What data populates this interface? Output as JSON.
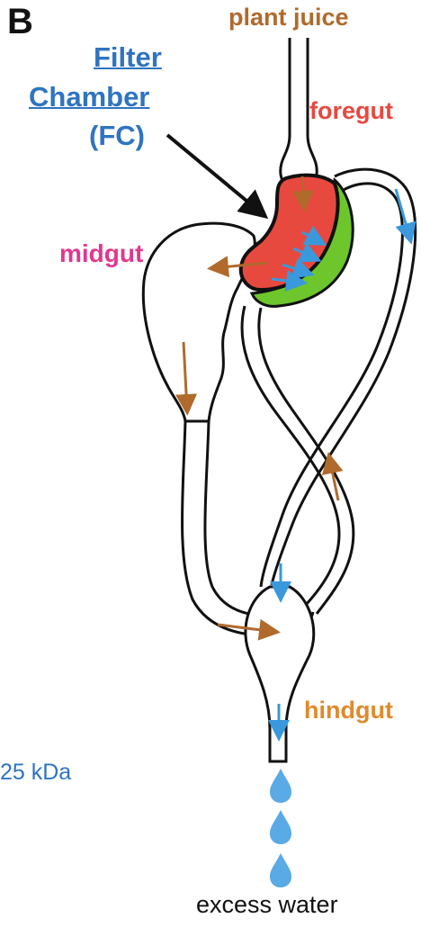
{
  "panel_letter": "B",
  "labels": {
    "plant_juice": "plant juice",
    "filter_line1": "Filter",
    "filter_line2": "Chamber",
    "filter_line3": "(FC)",
    "foregut": "foregut",
    "midgut": "midgut",
    "hindgut": "hindgut",
    "kda": "25 kDa",
    "excess_water": "excess water"
  },
  "colors": {
    "brown": "#b06a2c",
    "blue": "#2f74c0",
    "red": "#e8493f",
    "magenta": "#e0388f",
    "orange": "#e08a2c",
    "green": "#6cc62c",
    "water": "#5aaae6",
    "black": "#111111"
  }
}
